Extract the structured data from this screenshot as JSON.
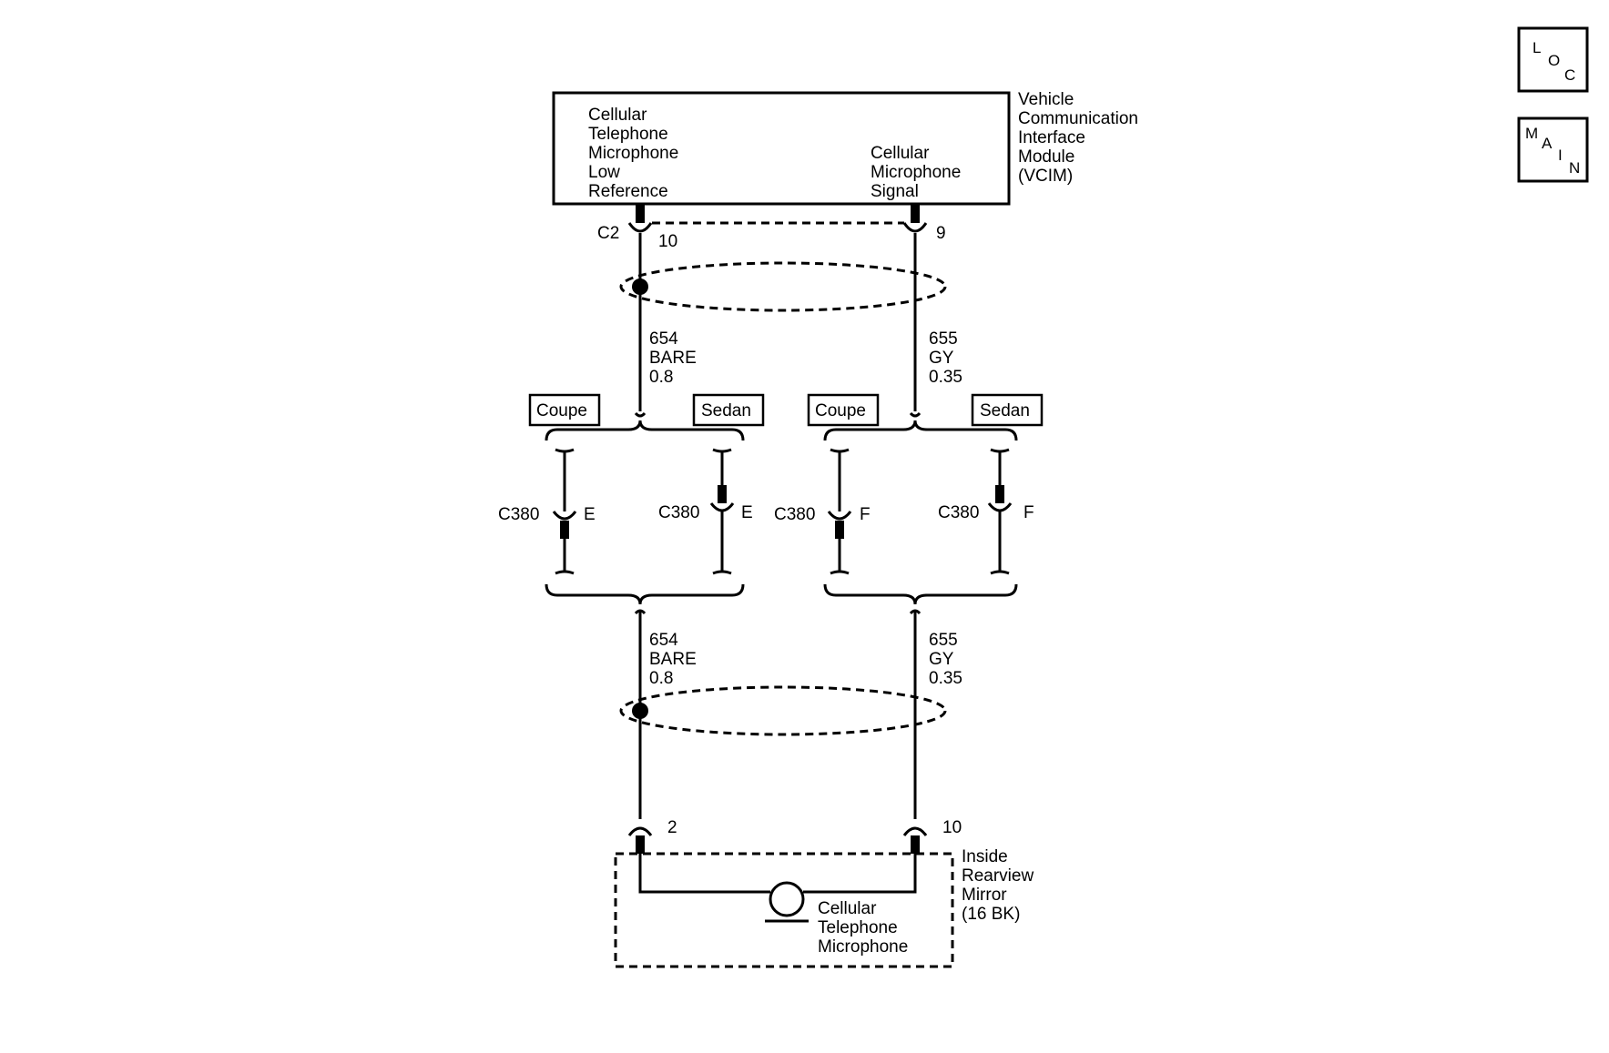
{
  "vcim": {
    "name_lines": [
      "Vehicle",
      "Communication",
      "Interface",
      "Module",
      "(VCIM)"
    ],
    "left_func_lines": [
      "Cellular",
      "Telephone",
      "Microphone",
      "Low",
      "Reference"
    ],
    "right_func_lines": [
      "Cellular",
      "Microphone",
      "Signal"
    ],
    "connector": "C2",
    "left_pin": "10",
    "right_pin": "9"
  },
  "wire_654": {
    "circuit": "654",
    "color": "BARE",
    "gauge": "0.8"
  },
  "wire_655": {
    "circuit": "655",
    "color": "GY",
    "gauge": "0.35"
  },
  "variants": {
    "left_coupe": "Coupe",
    "left_sedan": "Sedan",
    "right_coupe": "Coupe",
    "right_sedan": "Sedan"
  },
  "c380": {
    "name": "C380",
    "pin_e": "E",
    "pin_f": "F"
  },
  "mirror": {
    "name_lines": [
      "Inside",
      "Rearview",
      "Mirror",
      "(16 BK)"
    ],
    "pin_left": "2",
    "pin_right": "10",
    "component_lines": [
      "Cellular",
      "Telephone",
      "Microphone"
    ]
  },
  "nav": {
    "loc_letters": [
      "L",
      "O",
      "C"
    ],
    "main_letters": [
      "M",
      "A",
      "I",
      "N"
    ]
  }
}
